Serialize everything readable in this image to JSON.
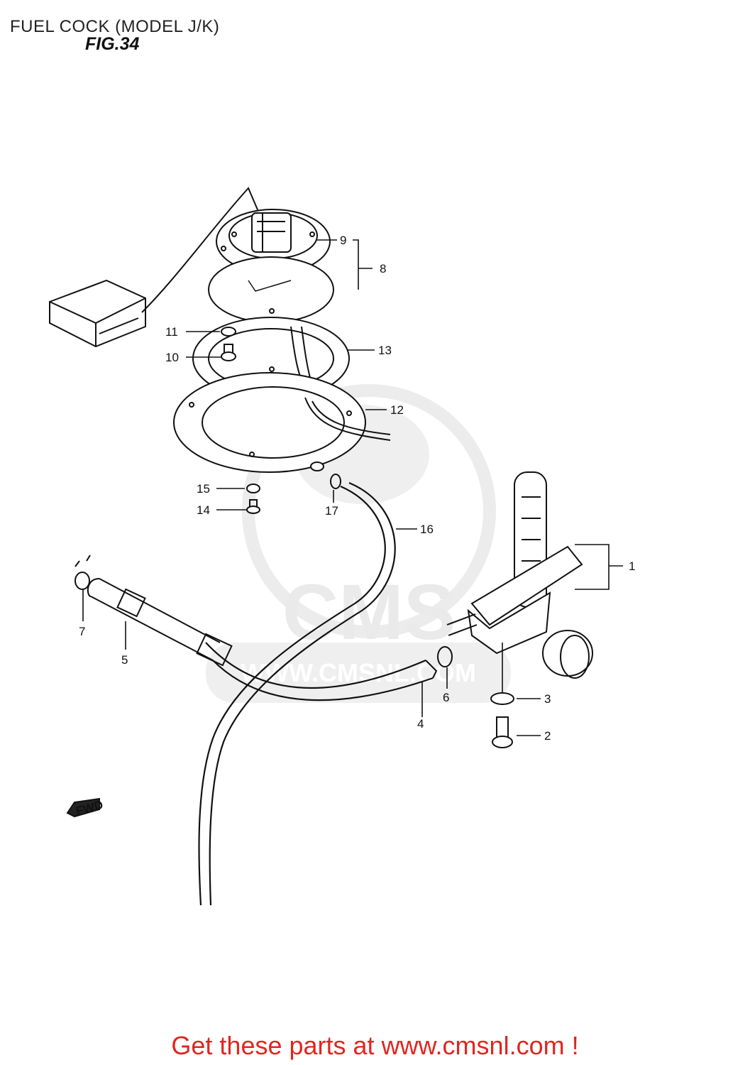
{
  "header": {
    "title": "FUEL COCK (MODEL J/K)",
    "figure": "FIG.34"
  },
  "diagram": {
    "callouts": [
      "1",
      "2",
      "3",
      "4",
      "5",
      "6",
      "7",
      "8",
      "9",
      "10",
      "11",
      "12",
      "13",
      "14",
      "15",
      "16",
      "17"
    ],
    "fwd_label": "FWD",
    "watermark": {
      "brand": "CMS",
      "url": "WWW.CMSNL.COM"
    }
  },
  "footer": {
    "link_text": "Get these parts at www.cmsnl.com !"
  },
  "colors": {
    "line": "#111111",
    "watermark": "#e9e9e9",
    "footer": "#e0261f"
  }
}
